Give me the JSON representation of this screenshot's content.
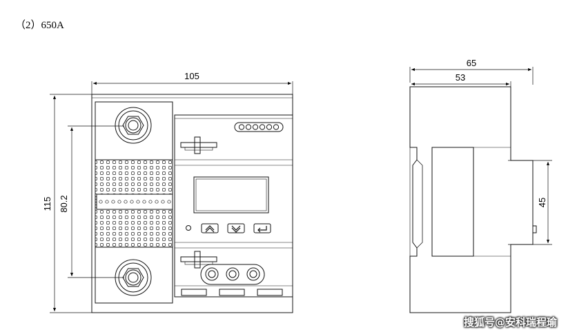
{
  "heading": "（2）650A",
  "front_view": {
    "width_dim": "105",
    "height_dim": "115",
    "terminal_spacing_dim": "80.2"
  },
  "side_view": {
    "overall_depth_dim": "65",
    "body_depth_dim": "53",
    "rail_height_dim": "45"
  },
  "watermark": "搜狐号@安科瑞程瑜"
}
